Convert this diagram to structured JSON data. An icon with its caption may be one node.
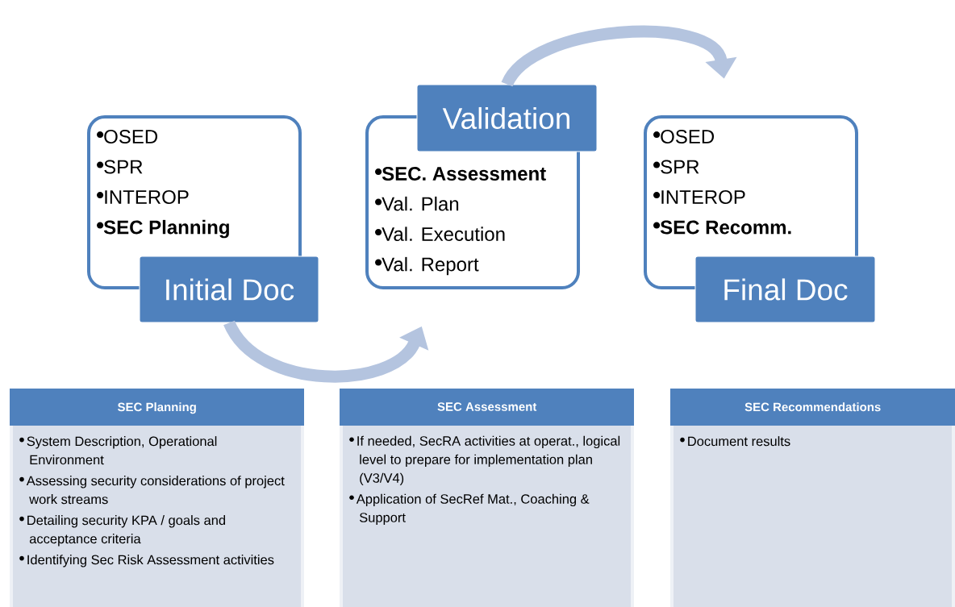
{
  "diagram": {
    "nodes": [
      {
        "text": [
          "OSED",
          "SPR",
          "INTEROP",
          "**SEC Planning**"
        ]
      },
      {
        "text": [
          "Initial Doc"
        ]
      },
      {
        "text": [
          "**SEC. Assessment**",
          "Val. Plan",
          "Val. Execution",
          "Val. Report"
        ]
      },
      {
        "text": [
          "Validation"
        ]
      },
      {
        "text": [
          "OSED",
          "SPR",
          "INTEROP",
          "**SEC Recomm.**"
        ]
      },
      {
        "text": [
          "Final Doc"
        ]
      },
      {
        "text": [
          "SEC Planning",
          "System Description,  Operational Environment",
          "Assessing security  considerations of project work streams",
          "Detailing security KPA / goals  and acceptance criteria",
          "Identifying Sec Risk Assessment activities"
        ]
      },
      {
        "text": [
          "SEC Assessment",
          "If needed, SecRA activities at operat., logical level to prepare for implementation plan (V3/V4)",
          "Application of SecRef Mat., Coaching & Support"
        ]
      },
      {
        "text": [
          "SEC Recommendations",
          "Document results"
        ]
      }
    ],
    "edges": [
      {
        "from": 1,
        "to": 2,
        "arrow": "to"
      },
      {
        "from": 3,
        "to": 4,
        "arrow": "to"
      }
    ]
  }
}
